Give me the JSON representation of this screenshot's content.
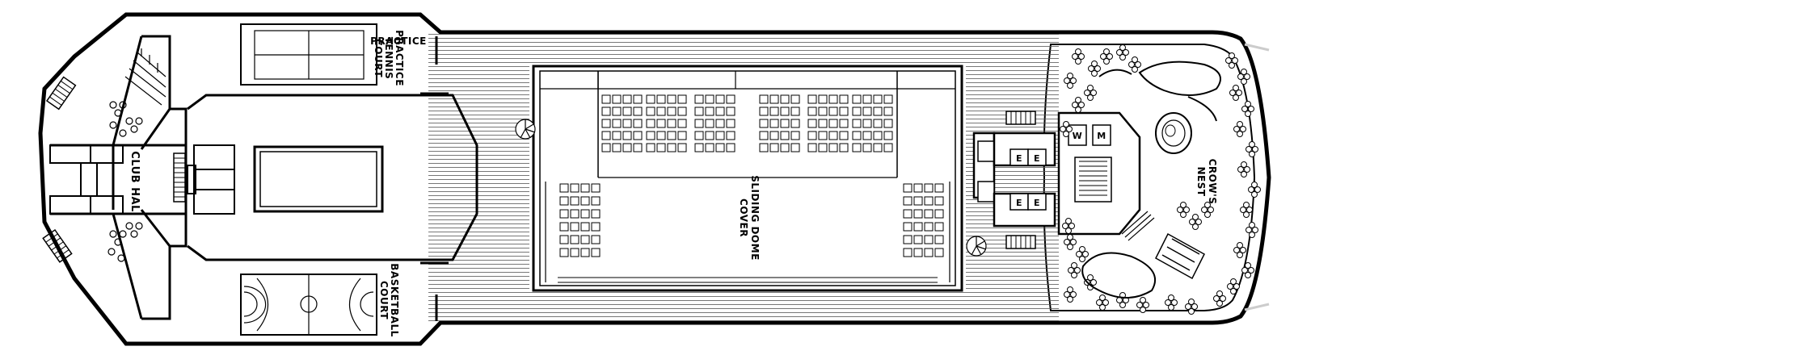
{
  "deck_plan": {
    "labels": {
      "practice_tennis_court": [
        "PRACTICE",
        "TENNIS",
        "COURT"
      ],
      "basketball_court": [
        "BASKETBALL",
        "COURT"
      ],
      "club_hal": "CLUB HAL",
      "sliding_dome_cover": [
        "SLIDING DOME",
        "COVER"
      ],
      "crows_nest": [
        "CROW'S",
        "NEST"
      ]
    },
    "restroom_labels": {
      "women": "W",
      "men": "M"
    },
    "elevator_label": "E",
    "colors": {
      "line": "#000000",
      "background": "#ffffff",
      "rail": "#cccccc"
    }
  }
}
